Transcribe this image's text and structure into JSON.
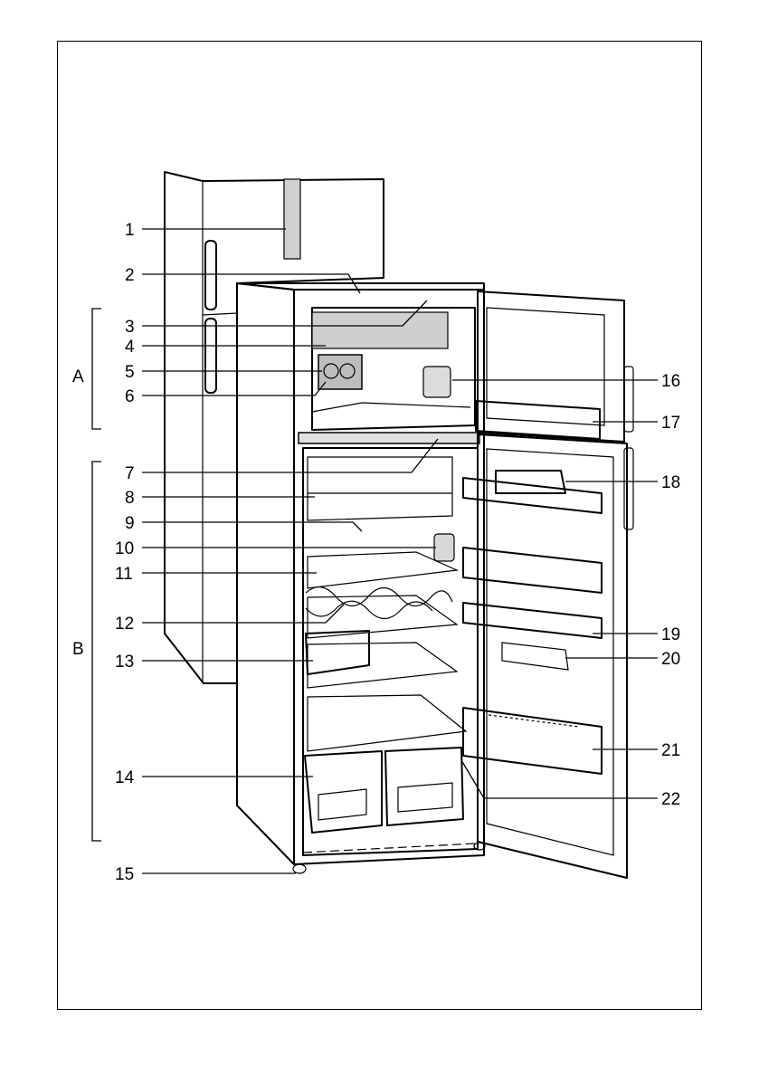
{
  "callouts": [
    {
      "id": "1",
      "label": "1"
    },
    {
      "id": "2",
      "label": "2"
    },
    {
      "id": "3",
      "label": "3"
    },
    {
      "id": "4",
      "label": "4"
    },
    {
      "id": "5",
      "label": "5"
    },
    {
      "id": "6",
      "label": "6"
    },
    {
      "id": "7",
      "label": "7"
    },
    {
      "id": "8",
      "label": "8"
    },
    {
      "id": "9",
      "label": "9"
    },
    {
      "id": "10",
      "label": "10"
    },
    {
      "id": "11",
      "label": "11"
    },
    {
      "id": "12",
      "label": "12"
    },
    {
      "id": "13",
      "label": "13"
    },
    {
      "id": "14",
      "label": "14"
    },
    {
      "id": "15",
      "label": "15"
    },
    {
      "id": "16",
      "label": "16"
    },
    {
      "id": "17",
      "label": "17"
    },
    {
      "id": "18",
      "label": "18"
    },
    {
      "id": "19",
      "label": "19"
    },
    {
      "id": "20",
      "label": "20"
    },
    {
      "id": "21",
      "label": "21"
    },
    {
      "id": "22",
      "label": "22"
    }
  ],
  "sections": {
    "freezer": "A",
    "fridge": "B"
  },
  "colors": {
    "line": "#000000",
    "shade_light": "#e6e6e6",
    "shade_mid": "#cfcfcf",
    "shade_dark": "#9a9a9a"
  }
}
